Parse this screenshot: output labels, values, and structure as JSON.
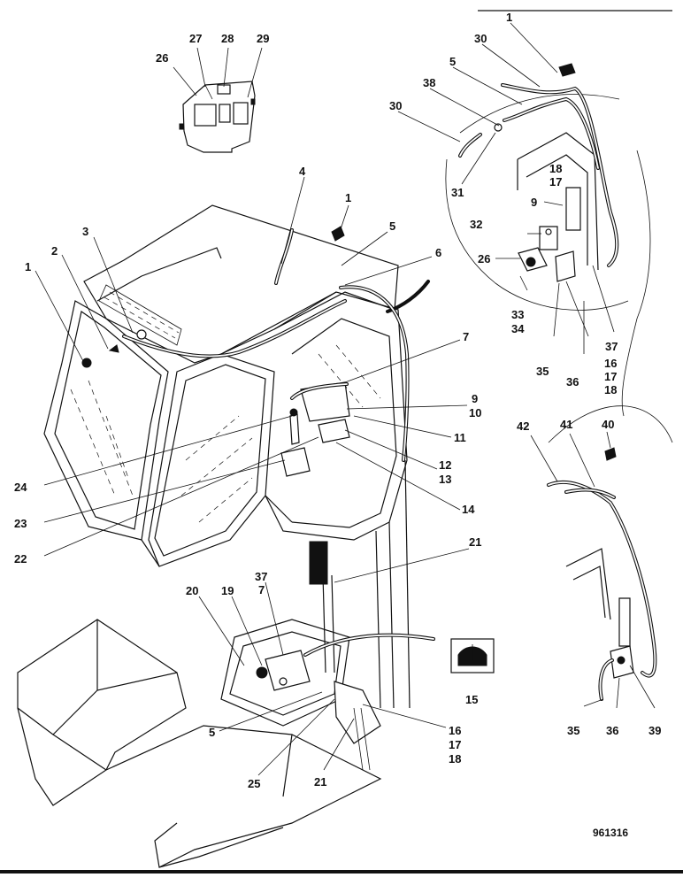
{
  "drawing": {
    "reference_number": "961316",
    "callouts": {
      "detail_box": [
        "26",
        "27",
        "28",
        "29"
      ],
      "detail_right_top": [
        "1",
        "30",
        "5",
        "38",
        "30",
        "31",
        "18",
        "17",
        "9",
        "32",
        "26",
        "33",
        "34",
        "35",
        "36",
        "16",
        "17",
        "18",
        "37"
      ],
      "cab_top": [
        "4",
        "1",
        "5",
        "6",
        "3",
        "2",
        "1"
      ],
      "cab_right": [
        "7",
        "9",
        "10",
        "11",
        "12",
        "13",
        "14"
      ],
      "cab_left": [
        "24",
        "23",
        "22"
      ],
      "dash_area": [
        "21",
        "20",
        "19",
        "37",
        "7",
        "15",
        "16",
        "17",
        "18",
        "5",
        "25",
        "21"
      ],
      "detail_right_bottom": [
        "42",
        "41",
        "40",
        "35",
        "36",
        "39"
      ]
    }
  }
}
